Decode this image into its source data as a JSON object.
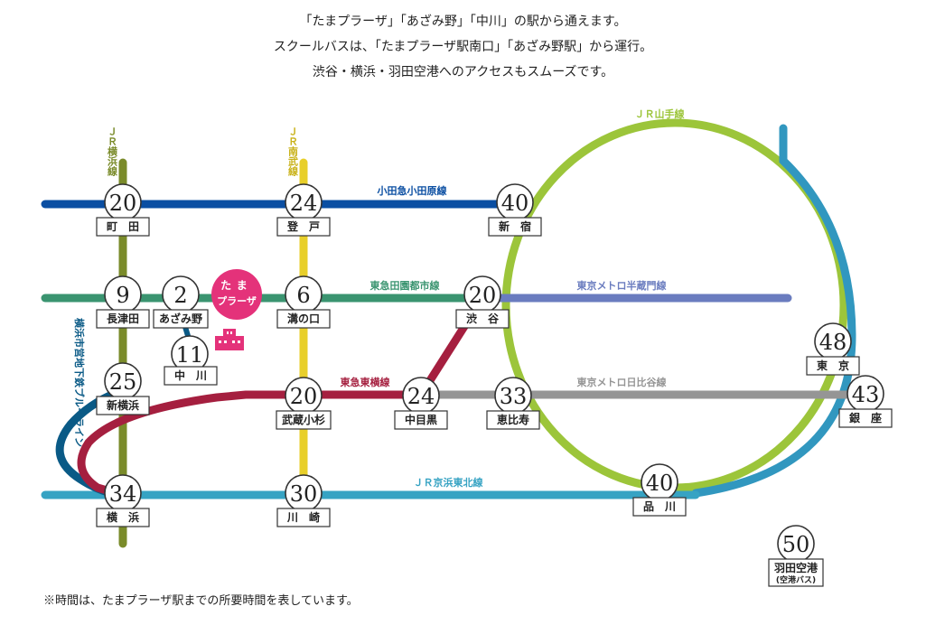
{
  "intro": [
    "「たまプラーザ」「あざみ野」「中川」の駅から通えます。",
    "スクールバスは、「たまプラーザ駅南口」「あざみ野駅」から運行。",
    "渋谷・横浜・羽田空港へのアクセスもスムーズです。"
  ],
  "note": "※時間は、たまプラーザ駅までの所要時間を表しています。",
  "home": {
    "line1": "たま",
    "line2": "プラーザ"
  },
  "colors": {
    "yokohama": "#7a8b2a",
    "nambu": "#e8cf2a",
    "odakyu": "#0a4ea2",
    "denentoshi": "#3a9470",
    "hanzomon": "#6a7cbf",
    "toyoko": "#a51f3f",
    "hibiya": "#959595",
    "keihin": "#36a3c3",
    "yamanote": "#9cc53a",
    "blue": "#0a5a86",
    "haneda": "#3197bf",
    "home": "#e4327a"
  },
  "lines": {
    "yokohama": "ＪＲ横浜線",
    "nambu": "ＪＲ南武線",
    "odakyu": "小田急小田原線",
    "denentoshi": "東急田園都市線",
    "hanzomon": "東京メトロ半蔵門線",
    "toyoko": "東急東横線",
    "hibiya": "東京メトロ日比谷線",
    "keihin": "ＪＲ京浜東北線",
    "yamanote": "ＪＲ山手線",
    "blue": "横浜市営地下鉄ブルーライン"
  },
  "stations": [
    {
      "id": "machida",
      "name": "町　田",
      "minutes": 20
    },
    {
      "id": "noborito",
      "name": "登　戸",
      "minutes": 24
    },
    {
      "id": "shinjuku",
      "name": "新　宿",
      "minutes": 40
    },
    {
      "id": "nagatsuta",
      "name": "長津田",
      "minutes": 9
    },
    {
      "id": "azamino",
      "name": "あざみ野",
      "minutes": 2
    },
    {
      "id": "mizonokuchi",
      "name": "溝の口",
      "minutes": 6
    },
    {
      "id": "shibuya",
      "name": "渋　谷",
      "minutes": 20
    },
    {
      "id": "nakagawa",
      "name": "中　川",
      "minutes": 11
    },
    {
      "id": "shinyokohama",
      "name": "新横浜",
      "minutes": 25
    },
    {
      "id": "musashikosugi",
      "name": "武蔵小杉",
      "minutes": 20
    },
    {
      "id": "nakameguro",
      "name": "中目黒",
      "minutes": 24
    },
    {
      "id": "ebisu",
      "name": "恵比寿",
      "minutes": 33
    },
    {
      "id": "tokyo",
      "name": "東　京",
      "minutes": 48
    },
    {
      "id": "ginza",
      "name": "銀　座",
      "minutes": 43
    },
    {
      "id": "yokohama",
      "name": "横　浜",
      "minutes": 34
    },
    {
      "id": "kawasaki",
      "name": "川　崎",
      "minutes": 30
    },
    {
      "id": "shinagawa",
      "name": "品　川",
      "minutes": 40
    },
    {
      "id": "haneda",
      "name": "羽田空港",
      "sub": "(空港バス)",
      "minutes": 50
    }
  ]
}
